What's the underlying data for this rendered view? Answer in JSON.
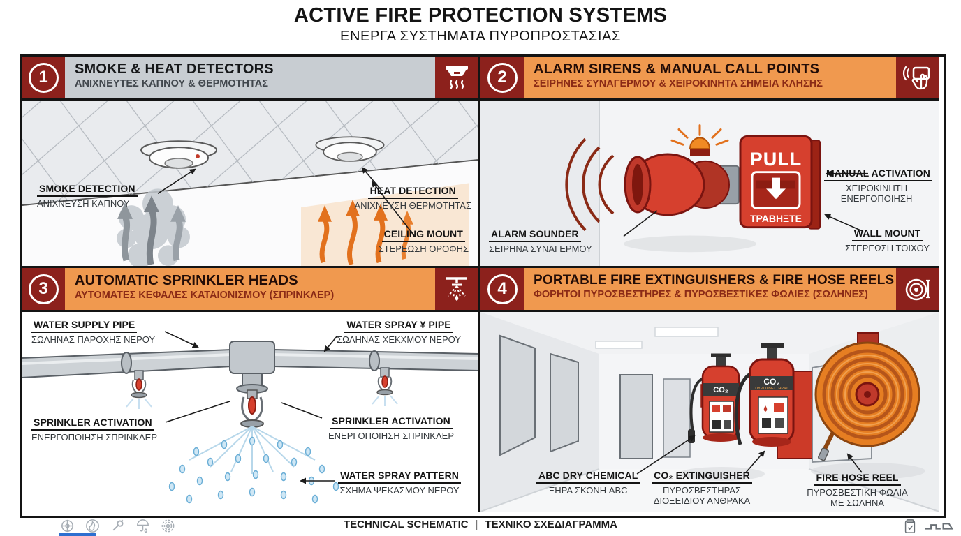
{
  "title": {
    "primary": "ACTIVE FIRE PROTECTION SYSTEMS",
    "secondary": "ΕΝΕΡΓΑ ΣΥΣΤΗΜΑΤΑ ΠΥΡΟΠΡΟΣΤΑΣΙΑΣ"
  },
  "panels": [
    {
      "number": "1",
      "title": "SMOKE & HEAT DETECTORS",
      "subtitle": "ΑΝΙΧΝΕΥΤΕΣ ΚΑΠΝΟΥ & ΘΕΡΜΟΤΗΤΑΣ",
      "icon": "smoke-detector-icon",
      "labels": [
        {
          "en": "SMOKE DETECTION",
          "el": "ΑΝΙΧΝΕΥΣΗ ΚΑΠΝΟΥ"
        },
        {
          "en": "HEAT DETECTION",
          "el": "ΑΝΙΧΝΕΥΣΗ ΘΕΡΜΟΤΗΤΑΣ"
        },
        {
          "en": "CEILING MOUNT",
          "el": "ΣΤΕΡΕΩΣΗ ΟΡΟΦΗΣ"
        }
      ]
    },
    {
      "number": "2",
      "title": "ALARM SIRENS & MANUAL CALL POINTS",
      "subtitle": "ΣΕΙΡΗΝΕΣ ΣΥΝΑΓΕΡΜΟΥ & ΧΕΙΡΟΚΙΝΗΤΑ ΣΗΜΕΙΑ ΚΛΗΣΗΣ",
      "icon": "hand-press-icon",
      "labels": [
        {
          "en": "ALARM SOUNDER",
          "el": "ΣΕΙΡΗΝΑ ΣΥΝΑΓΕΡΜΟΥ"
        },
        {
          "en": "MANUAL ACTIVATION",
          "el": "ΧΕΙΡΟΚΙΝΗΤΗ ΕΝΕΡΓΟΠΟΙΗΣΗ"
        },
        {
          "en": "WALL MOUNT",
          "el": "ΣΤΕΡΕΩΣΗ ΤΟΙΧΟΥ"
        }
      ],
      "device": {
        "pull": "PULL",
        "pull_el": "ΤΡΑΒΗΞΤΕ"
      }
    },
    {
      "number": "3",
      "title": "AUTOMATIC SPRINKLER HEADS",
      "subtitle": "ΑΥΤΟΜΑΤΕΣ ΚΕΦΑΛΕΣ ΚΑΤΑΙΟΝΙΣΜΟΥ (ΣΠΡΙΝΚΛΕΡ)",
      "icon": "sprinkler-icon",
      "labels": [
        {
          "en": "WATER SUPPLY PIPE",
          "el": "ΣΩΛΗΝΑΣ ΠΑΡΟΧΗΣ ΝΕΡΟΥ"
        },
        {
          "en": "WATER SPRAY ¥ PIPE",
          "el": "ΣΩΛΗΝΑΣ ΧΕΚΧΜΟΥ ΝΕΡΟΥ"
        },
        {
          "en": "SPRINKLER ACTIVATION",
          "el": "ΕΝΕΡΓΟΠΟΙΗΣΗ ΣΠΡΙΝΚΛΕΡ"
        },
        {
          "en": "SPRINKLER ACTIVATION",
          "el": "ΕΝΕΡΓΟΠΟΙΗΣΗ ΣΠΡΙΝΚΛΕΡ"
        },
        {
          "en": "WATER SPRAY PATTERN",
          "el": "ΣΧΗΜΑ ΨΕΚΑΣΜΟΥ ΝΕΡΟΥ"
        }
      ]
    },
    {
      "number": "4",
      "title": "PORTABLE FIRE EXTINGUISHERS & FIRE HOSE REELS",
      "subtitle": "ΦΟΡΗΤΟΙ ΠΥΡΟΣΒΕΣΤΗΡΕΣ & ΠΥΡΟΣΒΕΣΤΙΚΕΣ ΦΩΛΙΕΣ (ΣΩΛΗΝΕΣ)",
      "icon": "hose-reel-icon",
      "labels": [
        {
          "en": "ABC DRY CHEMICAL",
          "el": "ΞΗΡΑ ΣΚΟΝΗ ABC"
        },
        {
          "en": "CO₂ EXTINGUISHER",
          "el": "ΠΥΡΟΣΒΕΣΤΗΡΑΣ ΔΙΟΞΕΙΔΙΟΥ ΑΝΘΡΑΚΑ"
        },
        {
          "en": "FIRE HOSE REEL",
          "el": "ΠΥΡΟΣΒΕΣΤΙΚΗ ΦΩΛΙΑ ΜΕ ΣΩΛΗΝΑ"
        }
      ],
      "device": {
        "co2": "CO₂",
        "band_small": "ΠΥΡΟΣΒΕΣΤΗΡΑΣ"
      }
    }
  ],
  "footer": {
    "primary": "TECHNICAL SCHEMATIC",
    "separator": "|",
    "secondary": "ΤΕΧΝΙΚΟ ΣΧΕΔΙΑΓΡΑΜΜΑ",
    "left_icons": [
      "target-icon",
      "flame-icon",
      "wrench-icon",
      "umbrella-icon",
      "gear-icon"
    ],
    "right_icons": [
      "clipboard-check-icon",
      "brand-logo-icon"
    ]
  },
  "colors": {
    "maroon": "#8c211c",
    "orange_header": "#f0994f",
    "grey_header": "#c8cdd2",
    "device_red": "#d6402e",
    "heat_orange": "#e2711d",
    "water_blue": "#7fb6da",
    "accent_blue": "#2e6fd0",
    "ink": "#141414"
  }
}
